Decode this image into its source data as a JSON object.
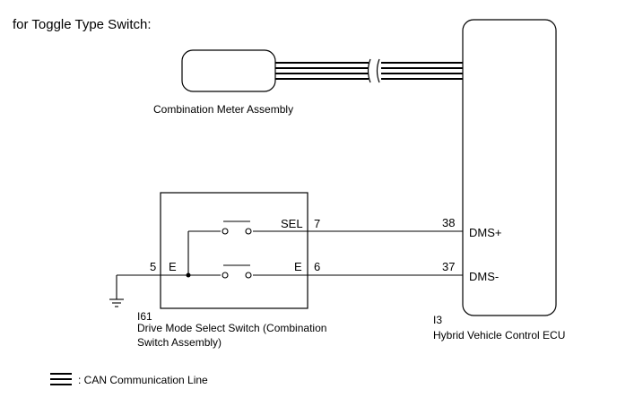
{
  "header": {
    "title": "for Toggle Type Switch:"
  },
  "meter": {
    "label": "Combination Meter Assembly"
  },
  "ecu": {
    "connector": "I3",
    "name": "Hybrid Vehicle Control ECU",
    "pin_top": "38",
    "pin_bottom": "37",
    "term_top": "DMS+",
    "term_bottom": "DMS-"
  },
  "switch": {
    "connector": "I61",
    "name_line1": "Drive Mode Select Switch (Combination",
    "name_line2": "Switch Assembly)",
    "pin_sel": "7",
    "term_sel": "SEL",
    "pin_e_right": "6",
    "term_e_right": "E",
    "pin_e_left": "5",
    "term_e_left": "E"
  },
  "legend": {
    "can_label": ": CAN Communication Line"
  },
  "colors": {
    "line": "#000000",
    "background": "#ffffff"
  }
}
